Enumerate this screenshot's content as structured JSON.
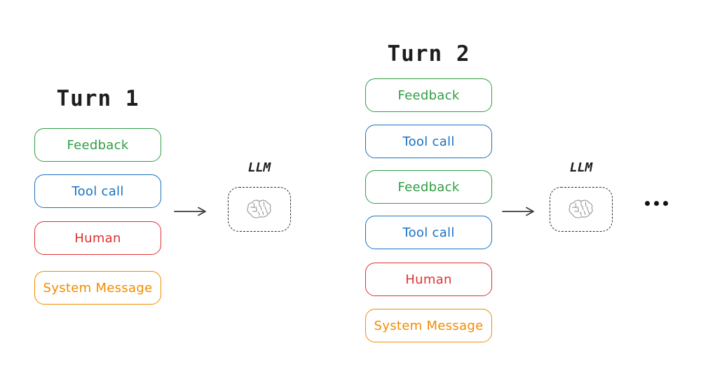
{
  "turns": [
    {
      "title": "Turn 1",
      "messages": [
        {
          "label": "Feedback",
          "type": "feedback",
          "color": "#2f9e44"
        },
        {
          "label": "Tool call",
          "type": "tool_call",
          "color": "#1971c2"
        },
        {
          "label": "Human",
          "type": "human",
          "color": "#e03131"
        },
        {
          "label": "System Message",
          "type": "system_message",
          "color": "#f08c00"
        }
      ],
      "llm": {
        "label": "LLM",
        "icon": "brain-icon"
      }
    },
    {
      "title": "Turn 2",
      "messages": [
        {
          "label": "Feedback",
          "type": "feedback",
          "color": "#2f9e44"
        },
        {
          "label": "Tool call",
          "type": "tool_call",
          "color": "#1971c2"
        },
        {
          "label": "Feedback",
          "type": "feedback",
          "color": "#2f9e44"
        },
        {
          "label": "Tool call",
          "type": "tool_call",
          "color": "#1971c2"
        },
        {
          "label": "Human",
          "type": "human",
          "color": "#e03131"
        },
        {
          "label": "System Message",
          "type": "system_message",
          "color": "#f08c00"
        }
      ],
      "llm": {
        "label": "LLM",
        "icon": "brain-icon"
      }
    }
  ],
  "ellipsis": {
    "icon": "ellipsis-dots",
    "dot_count": 3
  },
  "colors": {
    "feedback_green": "#2f9e44",
    "tool_call_blue": "#1971c2",
    "human_red": "#e03131",
    "system_message_orange": "#f08c00",
    "ink": "#1e1e1e",
    "arrow": "#3d3d3d",
    "brain_outline": "#8f8f8f",
    "background": "#ffffff"
  }
}
